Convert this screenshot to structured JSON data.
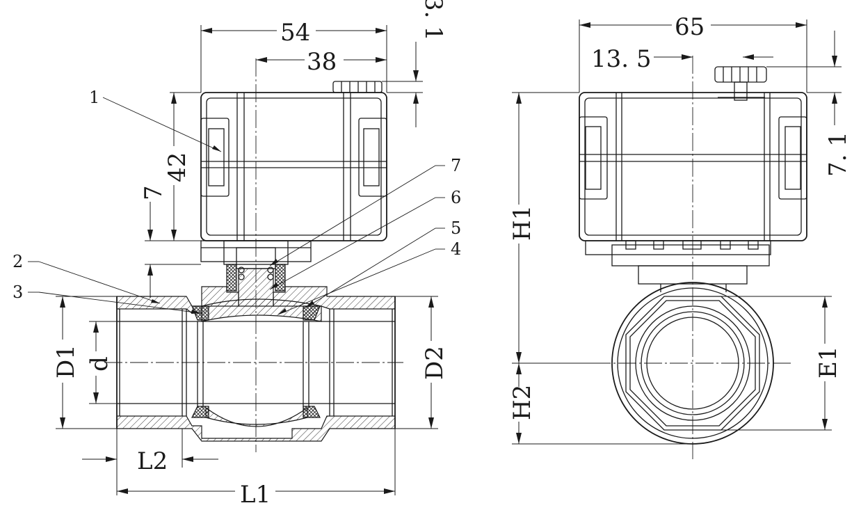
{
  "front_view": {
    "dims": {
      "width_54": "54",
      "offset_38": "38",
      "top_3_1": "3. 1",
      "height_42": "42",
      "gap_7": "7",
      "d1": "D1",
      "d": "d",
      "d2": "D2",
      "l2": "L2",
      "l1": "L1"
    },
    "callouts": [
      "1",
      "2",
      "3",
      "4",
      "5",
      "6",
      "7"
    ]
  },
  "side_view": {
    "dims": {
      "width_65": "65",
      "offset_13_5": "13. 5",
      "right_7_1": "7. 1",
      "h1": "H1",
      "h2": "H2",
      "e1": "E1"
    }
  }
}
